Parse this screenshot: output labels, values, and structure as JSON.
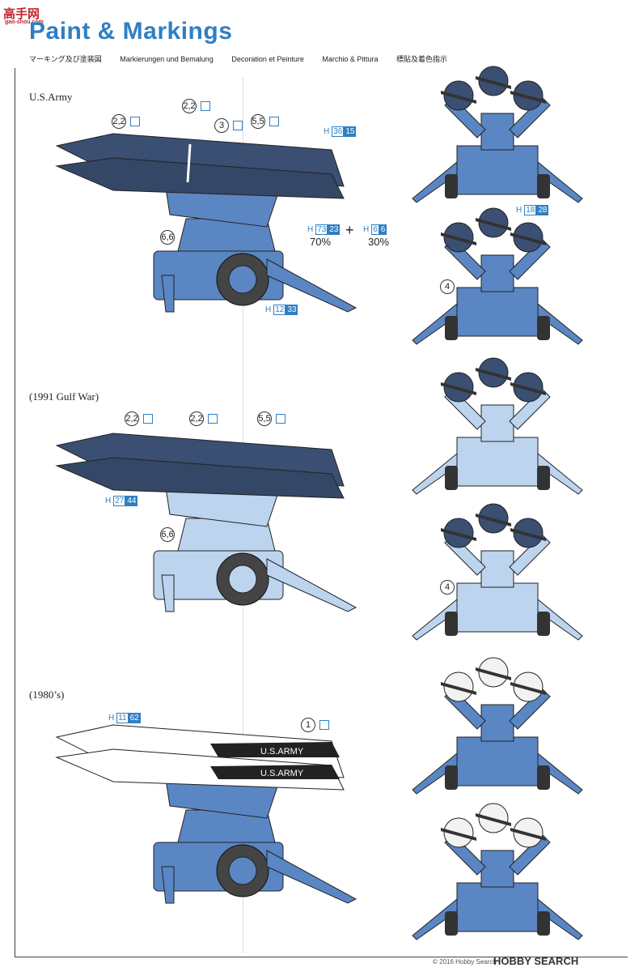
{
  "logo": {
    "text": "高手网",
    "sub": "gao-shou.com"
  },
  "title": "Paint & Markings",
  "subtitles": [
    "マーキング及び塗装図",
    "Markierungen und Bemalung",
    "Decoration et Peinture",
    "Marchio & Pittura",
    "標貼及着色指示"
  ],
  "sections": [
    {
      "label": "U.S.Army"
    },
    {
      "label": "(1991 Gulf War)"
    },
    {
      "label": "(1980’s)"
    }
  ],
  "callouts": {
    "s1_a": "2,2",
    "s1_b": "2,2",
    "s1_c": "3",
    "s1_d": "5,5",
    "s1_e": "6,6",
    "s2_a": "2,2",
    "s2_b": "2,2",
    "s2_c": "5,5",
    "s2_d": "6,6",
    "s3_a": "1",
    "rear1_num": "4",
    "rear2_num": "4"
  },
  "paints": {
    "s1_h36": {
      "h": "H",
      "a": "36",
      "b": "15"
    },
    "s1_h73": {
      "h": "H",
      "a": "73",
      "b": "23"
    },
    "s1_h6": {
      "h": "H",
      "a": "6",
      "b": "6"
    },
    "s1_h12": {
      "h": "H",
      "a": "12",
      "b": "33"
    },
    "r1_h18": {
      "h": "H",
      "a": "18",
      "b": "28"
    },
    "s2_h27": {
      "h": "H",
      "a": "27",
      "b": "44"
    },
    "s3_h11": {
      "h": "H",
      "a": "11",
      "b": "62"
    }
  },
  "mix": {
    "p1": "70%",
    "p2": "30%",
    "plus": "+"
  },
  "missile_text": "U.S.ARMY",
  "colors": {
    "blue": "#5b86c4",
    "dark": "#3a4f72",
    "light": "#bcd4ee",
    "accent": "#2f7fc4",
    "missile_dark": "#323a4f"
  },
  "footer": {
    "text": "HOBBY SEARCH",
    "copyright": "© 2016 Hobby Search"
  }
}
